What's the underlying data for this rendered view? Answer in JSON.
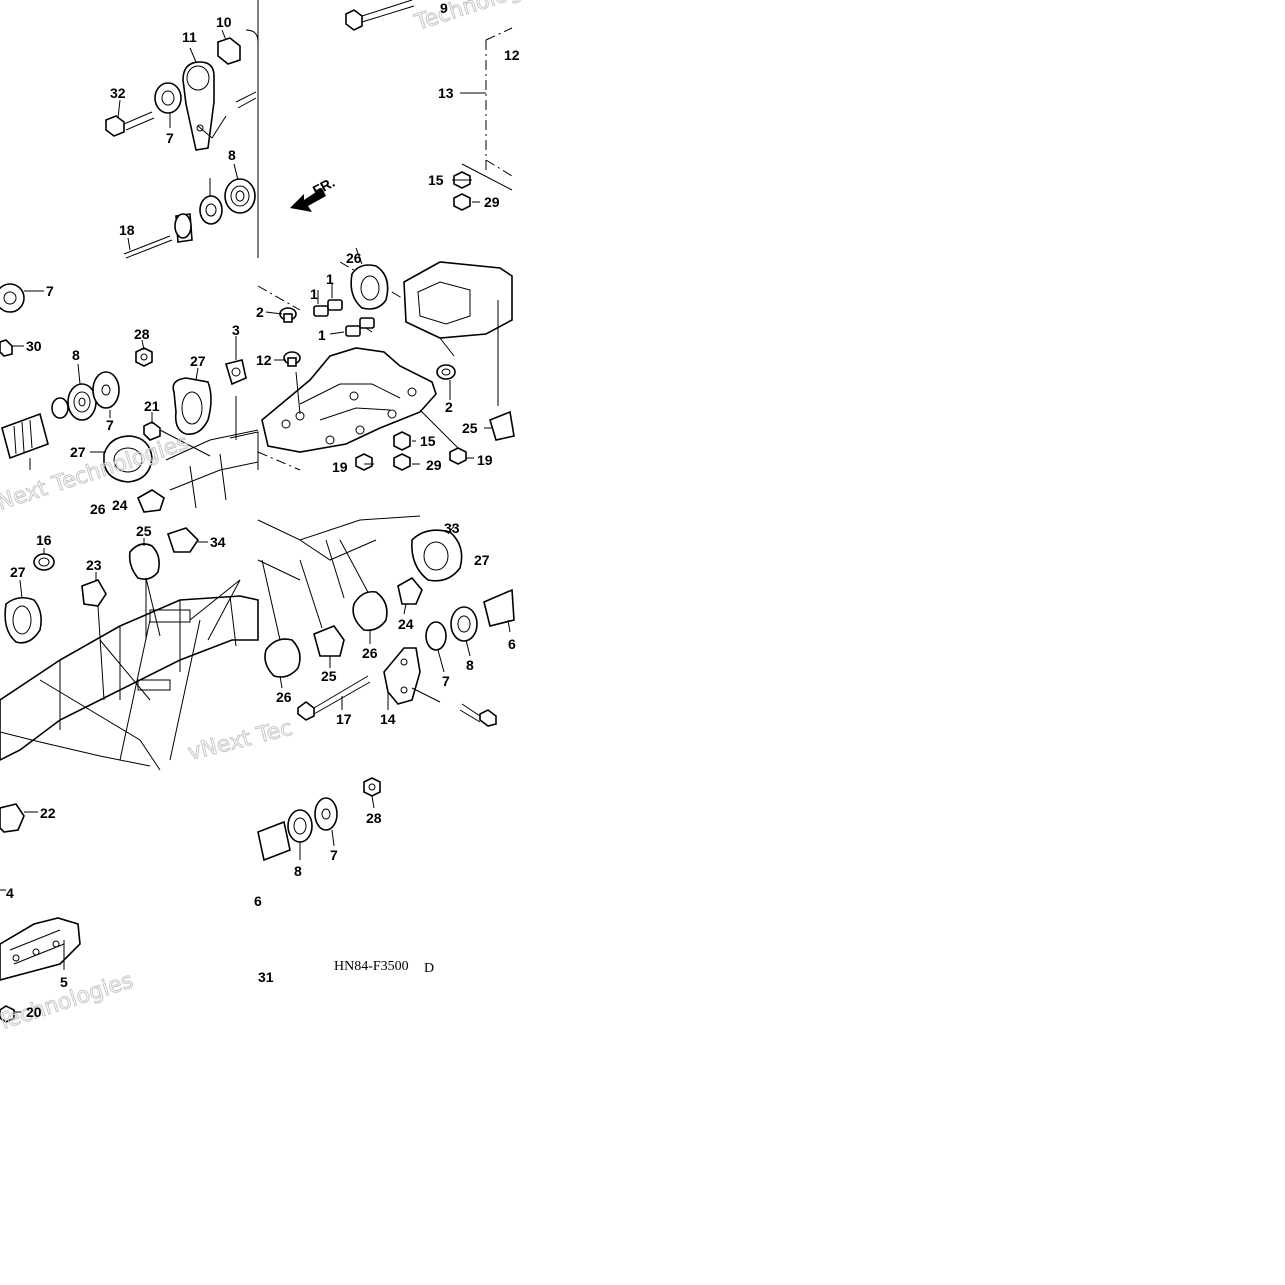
{
  "diagram": {
    "direction_label": "FR.",
    "code": "HN84-F3500",
    "code_suffix": "D",
    "watermarks": [
      "Technologies",
      "Next Technologies",
      "vNext Tec",
      "Technologies"
    ],
    "callouts": [
      "9",
      "10",
      "11",
      "12",
      "13",
      "32",
      "7",
      "8",
      "15",
      "29",
      "18",
      "26",
      "7",
      "30",
      "2",
      "1",
      "1",
      "1",
      "12",
      "28",
      "3",
      "8",
      "27",
      "7",
      "21",
      "2",
      "27",
      "25",
      "15",
      "19",
      "29",
      "19",
      "24",
      "26",
      "16",
      "25",
      "34",
      "33",
      "23",
      "27",
      "27",
      "24",
      "26",
      "25",
      "26",
      "8",
      "7",
      "6",
      "17",
      "14",
      "22",
      "8",
      "7",
      "28",
      "4",
      "5",
      "20",
      "31",
      "6"
    ]
  }
}
